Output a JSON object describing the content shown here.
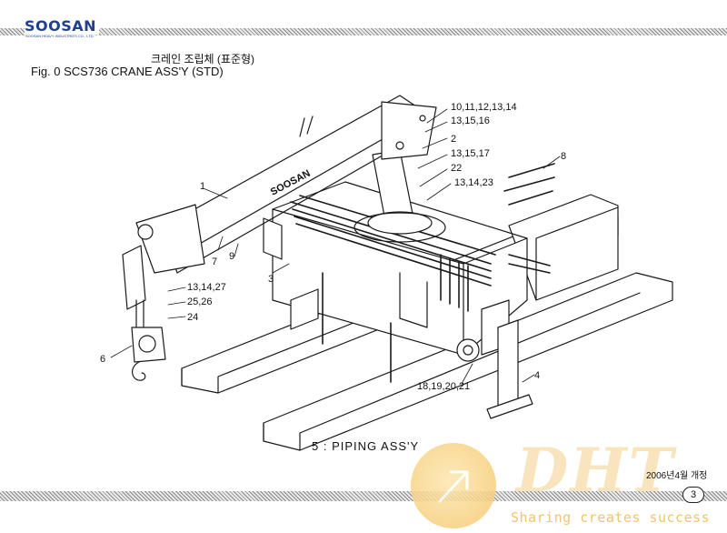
{
  "header": {
    "logo_text": "SOOSAN",
    "logo_subtext": "SOOSAN HEAVY INDUSTRIES CO., LTD.",
    "title_korean": "크레인 조립체 (표준형)",
    "title_english": "Fig. 0  SCS736 CRANE ASS'Y (STD)"
  },
  "diagram": {
    "boom_brand_text": "SOOSAN",
    "callouts": [
      {
        "id": "c-10-14",
        "text": "10,11,12,13,14"
      },
      {
        "id": "c-13-16",
        "text": "13,15,16"
      },
      {
        "id": "c-2",
        "text": "2"
      },
      {
        "id": "c-13-17",
        "text": "13,15,17"
      },
      {
        "id": "c-22",
        "text": "22"
      },
      {
        "id": "c-13-23",
        "text": "13,14,23"
      },
      {
        "id": "c-8",
        "text": "8"
      },
      {
        "id": "c-1",
        "text": "1"
      },
      {
        "id": "c-7",
        "text": "7"
      },
      {
        "id": "c-9",
        "text": "9"
      },
      {
        "id": "c-3",
        "text": "3"
      },
      {
        "id": "c-13-27",
        "text": "13,14,27"
      },
      {
        "id": "c-25-26",
        "text": "25,26"
      },
      {
        "id": "c-24",
        "text": "24"
      },
      {
        "id": "c-6",
        "text": "6"
      },
      {
        "id": "c-18-21",
        "text": "18,19,20,21"
      },
      {
        "id": "c-4",
        "text": "4"
      }
    ]
  },
  "footer": {
    "section_label": "5 :  PIPING ASS'Y",
    "revision": "2006년4월 개정",
    "page_number": "3"
  },
  "watermark": {
    "letters": "DHT",
    "slogan": "Sharing creates success"
  }
}
